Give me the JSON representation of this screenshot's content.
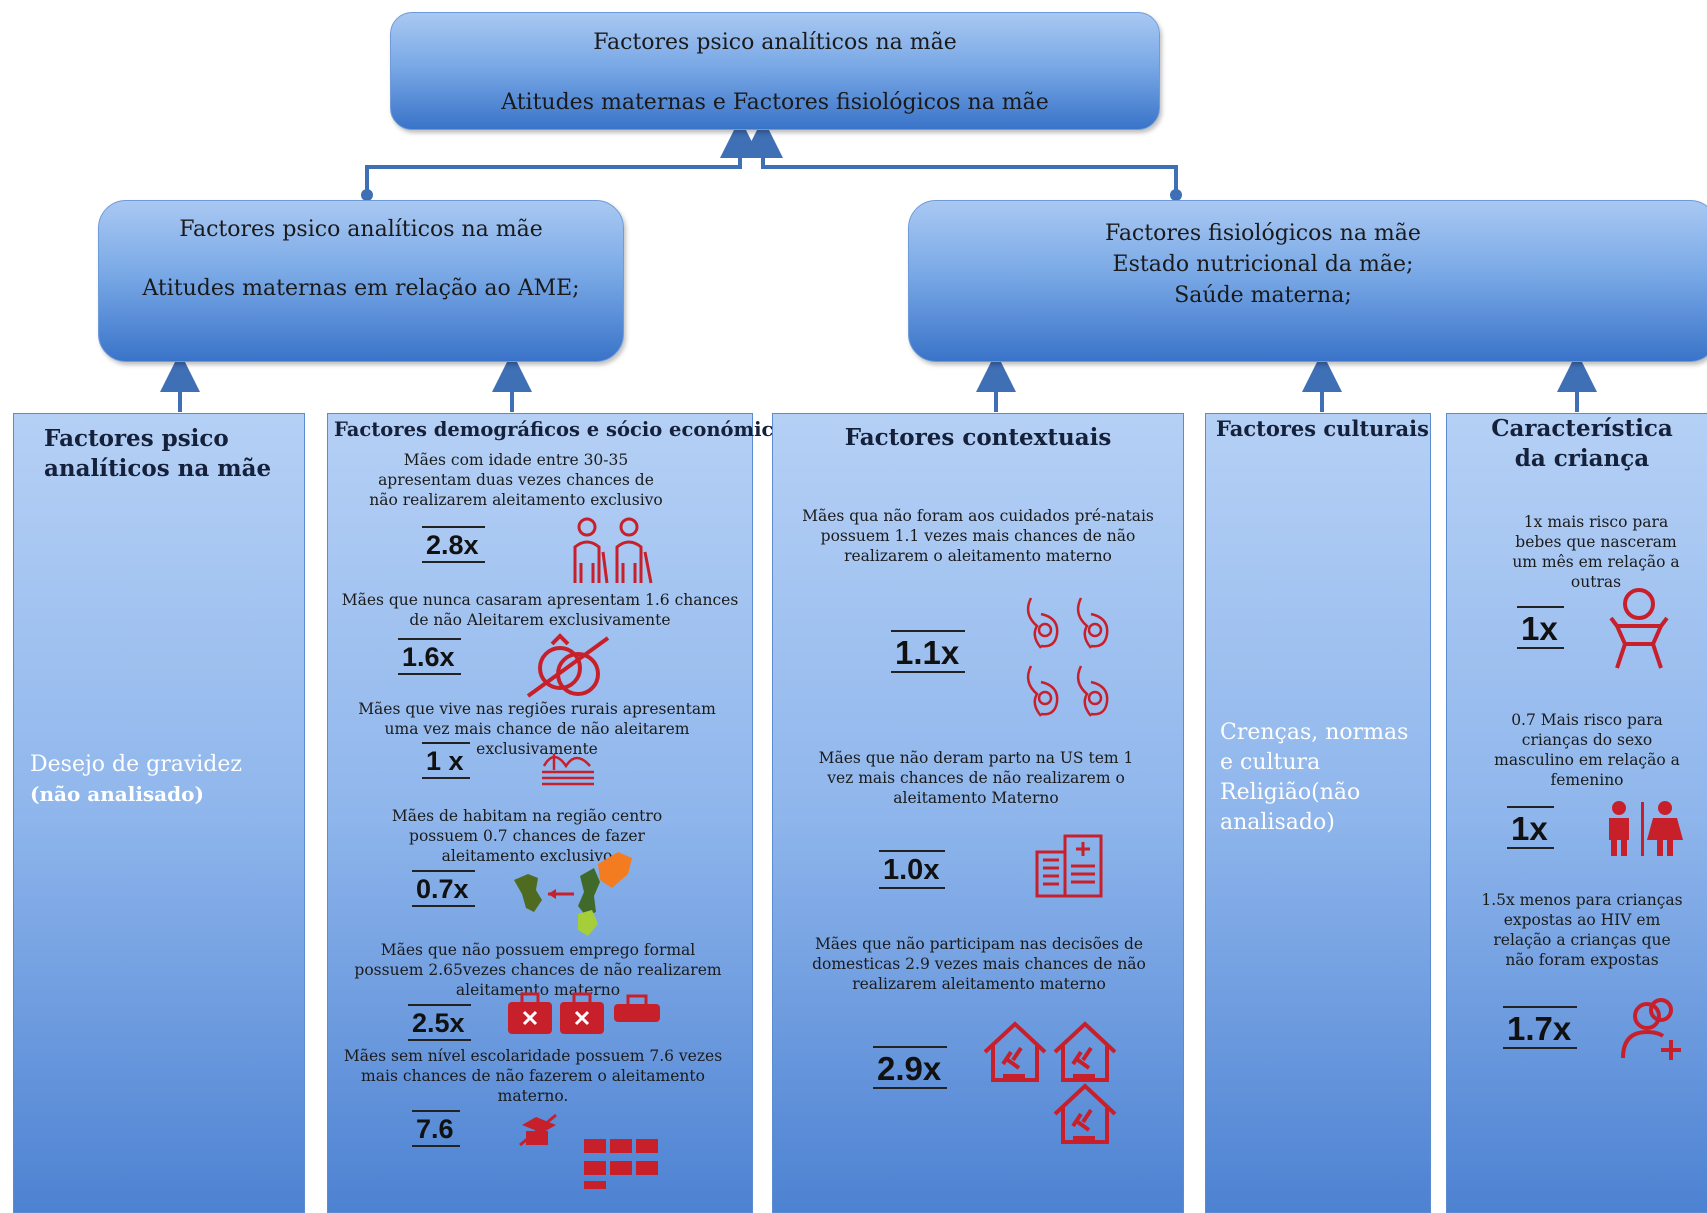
{
  "top": {
    "line1": "Factores psico analíticos na mãe",
    "line2": "Atitudes maternas e Factores fisiológicos na mãe"
  },
  "left_header": {
    "line1": "Factores psico analíticos na mãe",
    "line2": "Atitudes maternas em relação ao AME;"
  },
  "right_header": {
    "line1": "Factores fisiológicos na mãe",
    "line2": "Estado nutricional da mãe;",
    "line3": "Saúde materna;"
  },
  "col1": {
    "title": "Factores psico analíticos na mãe",
    "body1": "Desejo de gravidez",
    "body2": "(não analisado)"
  },
  "col2": {
    "title": "Factores demográficos e sócio económicos",
    "items": [
      {
        "text": "Mães com idade entre 30-35 apresentam duas vezes chances de não realizarem aleitamento exclusivo",
        "stat": "2.8x",
        "icon": "elderly-couple-icon"
      },
      {
        "text": "Mães que nunca casaram apresentam 1.6 chances de não Aleitarem exclusivamente",
        "stat": "1.6x",
        "icon": "no-rings-icon"
      },
      {
        "text": "Mães que vive nas regiões rurais apresentam uma vez mais chance de não aleitarem exclusivamente",
        "stat": "1 x",
        "icon": "rural-icon"
      },
      {
        "text": "Mães de habitam na região centro possuem 0.7 chances de fazer aleitamento exclusivo",
        "stat": "0.7x",
        "icon": "map-icon"
      },
      {
        "text": "Mães que não possuem emprego formal possuem 2.65vezes chances de não realizarem aleitamento materno",
        "stat": "2.5x",
        "icon": "briefcase-icon"
      },
      {
        "text": "Mães sem nível escolaridade possuem 7.6 vezes mais chances de não fazerem o aleitamento materno.",
        "stat": "7.6",
        "icon": "education-icon"
      }
    ]
  },
  "col3": {
    "title": "Factores contextuais",
    "items": [
      {
        "text": "Mães qua não foram aos cuidados pré-natais possuem 1.1 vezes mais chances de não realizarem o aleitamento materno",
        "stat": "1.1x",
        "icon": "pregnant-icon"
      },
      {
        "text": "Mães que não deram parto na US tem 1 vez mais chances de não realizarem o aleitamento Materno",
        "stat": "1.0x",
        "icon": "hospital-icon"
      },
      {
        "text": "Mães que não participam nas decisões de domesticas 2.9 vezes mais chances de não realizarem aleitamento materno",
        "stat": "2.9x",
        "icon": "house-gavel-icon"
      }
    ]
  },
  "col4": {
    "title": "Factores culturais",
    "body": "Crenças, normas e cultura Religião(não analisado)"
  },
  "col5": {
    "title": "Característica da criança",
    "items": [
      {
        "text": "1x mais risco para bebes que nasceram um mês em relação a outras",
        "stat": "1x",
        "icon": "baby-icon"
      },
      {
        "text": "0.7 Mais risco para crianças do sexo masculino em relação a femenino",
        "stat": "1x",
        "icon": "gender-icon"
      },
      {
        "text": "1.5x menos para crianças expostas ao HIV em relação a crianças que não foram expostas",
        "stat": "1.7x",
        "icon": "add-person-icon"
      }
    ]
  },
  "colors": {
    "accent": "#c8202b",
    "box_top": "#a9c8f2",
    "box_bottom": "#3a74c9"
  }
}
